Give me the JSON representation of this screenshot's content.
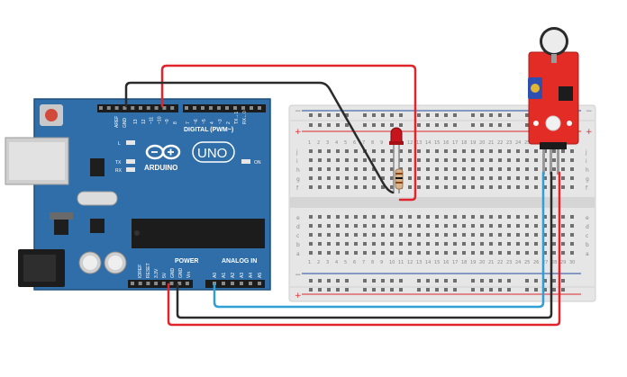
{
  "arduino": {
    "logo": "ARDUINO",
    "model": "UNO",
    "digital_label": "DIGITAL (PWM~)",
    "power_label": "POWER",
    "analog_label": "ANALOG IN",
    "on_label": "ON",
    "l_label": "L",
    "tx_label": "TX",
    "rx_label": "RX",
    "aref": "AREF",
    "gnd_top": "GND",
    "pins_digital": [
      "13",
      "12",
      "~11",
      "~10",
      "~9",
      "8",
      "7",
      "~6",
      "~5",
      "4",
      "~3",
      "2",
      "TX→1",
      "RX←0"
    ],
    "pins_power": [
      "IOREF",
      "RESET",
      "3.3V",
      "5V",
      "GND",
      "GND",
      "Vin"
    ],
    "pins_analog": [
      "A0",
      "A1",
      "A2",
      "A3",
      "A4",
      "A5"
    ]
  },
  "breadboard": {
    "row_letters_top": [
      "j",
      "i",
      "h",
      "g",
      "f"
    ],
    "row_letters_bottom": [
      "e",
      "d",
      "c",
      "b",
      "a"
    ],
    "columns": [
      "1",
      "2",
      "3",
      "4",
      "5",
      "6",
      "7",
      "8",
      "9",
      "10",
      "11",
      "12",
      "13",
      "14",
      "15",
      "16",
      "17",
      "18",
      "19",
      "20",
      "21",
      "22",
      "23",
      "24",
      "25",
      "26",
      "27",
      "28",
      "29",
      "30"
    ]
  },
  "colors": {
    "board": "#2f6ea8",
    "board_dark": "#1f4f7a",
    "wire_red": "#e0262c",
    "wire_black": "#2b2b2b",
    "wire_blue": "#2f9fd6",
    "sensor": "#e42c26",
    "led": "#c8141c"
  }
}
